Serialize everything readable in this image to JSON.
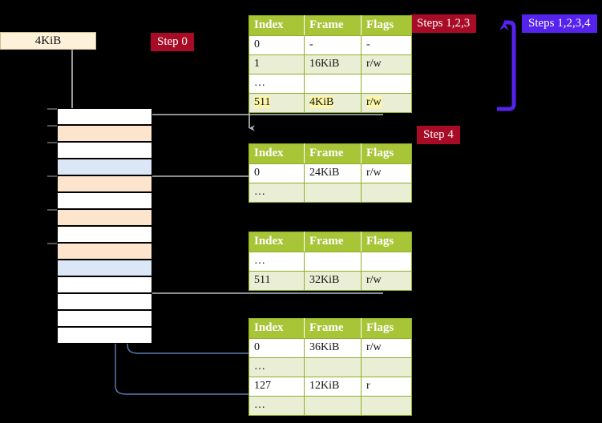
{
  "labels": {
    "size_box": "4KiB",
    "step0": "Step 0",
    "steps123": "Steps 1,2,3",
    "steps1234": "Steps 1,2,3,4",
    "step4": "Step 4"
  },
  "colors": {
    "badge_red": "#a80b26",
    "badge_blue": "#5522ee",
    "table_header": "#a8c437",
    "table_alt_row": "#e9eed5",
    "highlight": "#fbf6a8",
    "mem_orange": "#fde4cd",
    "mem_blue": "#dbe7f6",
    "size_box_bg": "#fdf2d9",
    "background": "#000000"
  },
  "tables": {
    "headers": [
      "Index",
      "Frame",
      "Flags"
    ],
    "level4": {
      "rows": [
        {
          "index": "0",
          "frame": "-",
          "flags": "-",
          "alt": false,
          "highlight": false
        },
        {
          "index": "1",
          "frame": "16KiB",
          "flags": "r/w",
          "alt": true,
          "highlight": false
        },
        {
          "index": "…",
          "frame": "",
          "flags": "",
          "alt": false,
          "highlight": false
        },
        {
          "index": "511",
          "frame": "4KiB",
          "flags": "r/w",
          "alt": true,
          "highlight": true
        }
      ]
    },
    "level3": {
      "rows": [
        {
          "index": "0",
          "frame": "24KiB",
          "flags": "r/w",
          "alt": false,
          "highlight": false
        },
        {
          "index": "…",
          "frame": "",
          "flags": "",
          "alt": true,
          "highlight": false
        }
      ]
    },
    "level2": {
      "rows": [
        {
          "index": "…",
          "frame": "",
          "flags": "",
          "alt": false,
          "highlight": false
        },
        {
          "index": "511",
          "frame": "32KiB",
          "flags": "r/w",
          "alt": true,
          "highlight": false
        }
      ]
    },
    "level1": {
      "rows": [
        {
          "index": "0",
          "frame": "36KiB",
          "flags": "r/w",
          "alt": false,
          "highlight": false
        },
        {
          "index": "…",
          "frame": "",
          "flags": "",
          "alt": true,
          "highlight": false
        },
        {
          "index": "127",
          "frame": "12KiB",
          "flags": "r",
          "alt": false,
          "highlight": false
        },
        {
          "index": "…",
          "frame": "",
          "flags": "",
          "alt": true,
          "highlight": false
        }
      ]
    }
  },
  "memory": {
    "rows": [
      {
        "fill": "white",
        "tick": true
      },
      {
        "fill": "orange",
        "tick": true
      },
      {
        "fill": "white",
        "tick": true
      },
      {
        "fill": "blue",
        "tick": false
      },
      {
        "fill": "orange",
        "tick": true
      },
      {
        "fill": "white",
        "tick": false
      },
      {
        "fill": "orange",
        "tick": true
      },
      {
        "fill": "white",
        "tick": false
      },
      {
        "fill": "orange",
        "tick": true
      },
      {
        "fill": "blue",
        "tick": false
      },
      {
        "fill": "white",
        "tick": false
      },
      {
        "fill": "white",
        "tick": false
      },
      {
        "fill": "white",
        "tick": false
      },
      {
        "fill": "white",
        "tick": false
      }
    ]
  }
}
